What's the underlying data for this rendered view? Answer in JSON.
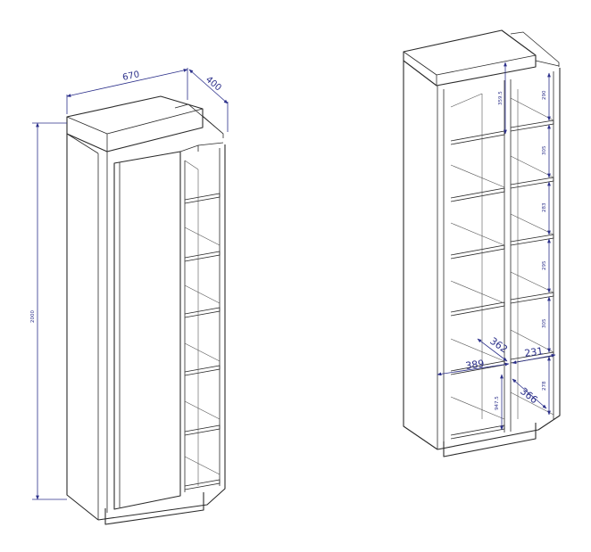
{
  "left_view": {
    "width_label": "670",
    "depth_label": "400",
    "height_label": "2000"
  },
  "right_view": {
    "shelf_labels": [
      "290",
      "305",
      "283",
      "295",
      "305",
      "278"
    ],
    "left_top_label": "359.5",
    "left_bottom_label": "947.5",
    "inner_width_left": "389",
    "inner_width_right": "231",
    "inner_depth_left": "362",
    "inner_depth_right": "366"
  },
  "colors": {
    "line": "#2a2a2a",
    "dimension": "#2b2f8a"
  }
}
